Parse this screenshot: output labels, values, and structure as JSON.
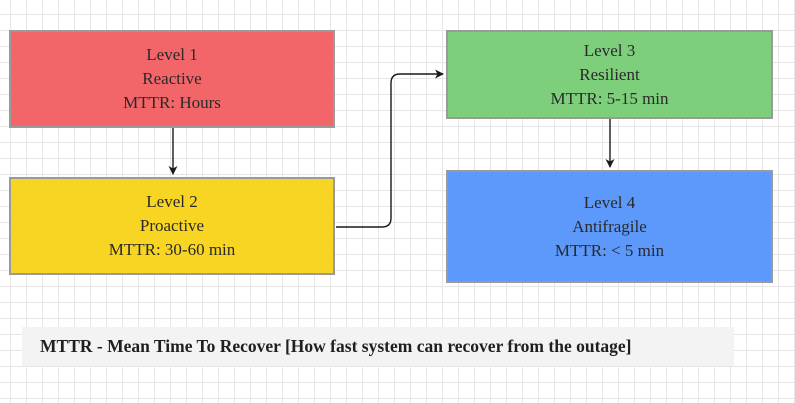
{
  "colors": {
    "level1_fill": "#f26669",
    "level2_fill": "#f9d523",
    "level3_fill": "#7ecf7b",
    "level4_fill": "#5c99fa",
    "border": "#9a9a9a",
    "connector": "#1a1a1a",
    "caption_bg": "#f3f3f3"
  },
  "boxes": [
    {
      "level": "Level 1",
      "name": "Reactive",
      "mttr": "MTTR: Hours"
    },
    {
      "level": "Level 2",
      "name": "Proactive",
      "mttr": "MTTR: 30-60 min"
    },
    {
      "level": "Level 3",
      "name": "Resilient",
      "mttr": "MTTR: 5-15 min"
    },
    {
      "level": "Level 4",
      "name": "Antifragile",
      "mttr": "MTTR: < 5 min"
    }
  ],
  "connectors": [
    {
      "from": "Level 1",
      "to": "Level 2"
    },
    {
      "from": "Level 2",
      "to": "Level 3"
    },
    {
      "from": "Level 3",
      "to": "Level 4"
    }
  ],
  "caption": "MTTR - Mean Time To Recover [How fast system can recover from the outage]"
}
